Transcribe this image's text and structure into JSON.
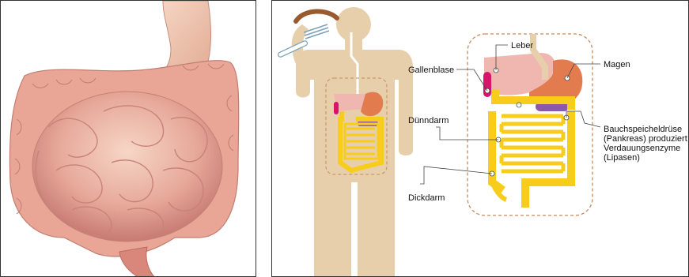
{
  "labels": {
    "leber": "Leber",
    "gallenblase": "Gallenblase",
    "magen": "Magen",
    "duenndarm": "Dünndarm",
    "dickdarm": "Dickdarm",
    "pankreas": [
      "Bauchspeicheldrüse",
      "(Pankreas) produziert",
      "Verdauungsenzyme",
      "(Lipasen)"
    ]
  },
  "colors": {
    "body": "#e8cfab",
    "liver": "#f0b7b0",
    "stomach": "#e27b4e",
    "gallbladder": "#d8156a",
    "pancreas": "#8a5aa8",
    "intestine": "#f7cc1b",
    "frame": "#c98a5a"
  }
}
